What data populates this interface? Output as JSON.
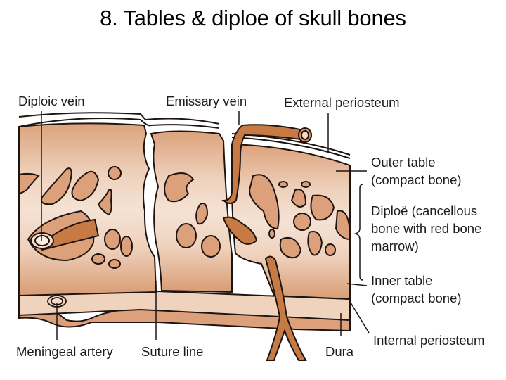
{
  "title": "8. Tables & diploe of skull bones",
  "colors": {
    "bone_light": "#f2dccb",
    "bone_mid": "#e2ad86",
    "bone_dark": "#d29670",
    "periosteum": "#f0d3bd",
    "vessel": "#c87a45",
    "vessel_dark": "#b5683a",
    "outline": "#1e1512",
    "text": "#1c1c1c"
  },
  "labels": {
    "diploic_vein": "Diploic vein",
    "emissary_vein": "Emissary vein",
    "external_periosteum": "External periosteum",
    "outer_table": [
      "Outer table",
      "(compact bone)"
    ],
    "diploe": [
      "Diploë (cancellous",
      "bone with red bone",
      "marrow)"
    ],
    "inner_table": [
      "Inner table",
      "(compact bone)"
    ],
    "internal_periosteum": "Internal periosteum",
    "dura": "Dura",
    "meningeal_artery": "Meningeal artery",
    "suture_line": "Suture line"
  }
}
